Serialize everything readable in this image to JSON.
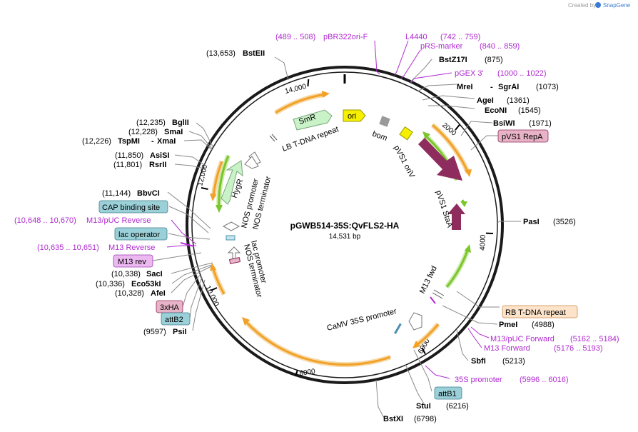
{
  "credit": {
    "prefix": "Created by",
    "brand": "SnapGene"
  },
  "plasmid": {
    "name": "pGWB514-35S:QvFLS2-HA",
    "size": "14,531 bp"
  },
  "ticks": [
    "14,000",
    "2000",
    "4000",
    "6000",
    "8000",
    "10,000",
    "12,000"
  ],
  "sites": {
    "bsteii": {
      "name": "BstEII",
      "pos": "(13,653)"
    },
    "bstz17i": {
      "name": "BstZ17I",
      "pos": "(875)"
    },
    "mrei": {
      "name": "MreI",
      "sep": "-",
      "name2": "SgrAI",
      "pos": "(1073)"
    },
    "agei": {
      "name": "AgeI",
      "pos": "(1361)"
    },
    "econi": {
      "name": "EcoNI",
      "pos": "(1545)"
    },
    "bsiwi": {
      "name": "BsiWI",
      "pos": "(1971)"
    },
    "pasi": {
      "name": "PasI",
      "pos": "(3526)"
    },
    "pmei": {
      "name": "PmeI",
      "pos": "(4988)"
    },
    "sbfi": {
      "name": "SbfI",
      "pos": "(5213)"
    },
    "stui": {
      "name": "StuI",
      "pos": "(6216)"
    },
    "bstxi": {
      "name": "BstXI",
      "pos": "(6798)"
    },
    "bglii": {
      "name": "BglII",
      "pos": "(12,235)"
    },
    "smai": {
      "name": "SmaI",
      "pos": "(12,228)"
    },
    "tspmi": {
      "name": "TspMI",
      "sep": "-",
      "name2": "XmaI",
      "pos": "(12,226)"
    },
    "asisi": {
      "name": "AsiSI",
      "pos": "(11,850)"
    },
    "rsrii": {
      "name": "RsrII",
      "pos": "(11,801)"
    },
    "bbvci": {
      "name": "BbvCI",
      "pos": "(11,144)"
    },
    "saci": {
      "name": "SacI",
      "pos": "(10,338)"
    },
    "eco53ki": {
      "name": "Eco53kI",
      "pos": "(10,336)"
    },
    "afei": {
      "name": "AfeI",
      "pos": "(10,328)"
    },
    "psii": {
      "name": "PsiI",
      "pos": "(9597)"
    }
  },
  "primers": {
    "pbr322": {
      "name": "pBR322ori-F",
      "range": "(489 .. 508)"
    },
    "l4440": {
      "name": "L4440",
      "range": "(742 .. 759)"
    },
    "prs": {
      "name": "pRS-marker",
      "range": "(840 .. 859)"
    },
    "pgex": {
      "name": "pGEX 3'",
      "range": "(1000 .. 1022)"
    },
    "m13puc_fwd": {
      "name": "M13/pUC Forward",
      "range": "(5162 .. 5184)"
    },
    "m13_fwd": {
      "name": "M13 Forward",
      "range": "(5176 .. 5193)"
    },
    "p35s": {
      "name": "35S promoter",
      "range": "(5996 .. 6016)"
    },
    "m13puc_rev": {
      "name": "M13/pUC Reverse",
      "range": "(10,648 .. 10,670)"
    },
    "m13_rev": {
      "name": "M13 Reverse",
      "range": "(10,635 .. 10,651)"
    }
  },
  "boxes": {
    "pvs1repa": "pVS1 RepA",
    "rbtdna": "RB T-DNA repeat",
    "attb1": "attB1",
    "cap": "CAP binding site",
    "lacop": "lac operator",
    "m13rev": "M13 rev",
    "hax3": "3xHA",
    "attb2": "attB2"
  },
  "features": {
    "smr": "SmR",
    "ori": "ori",
    "bom": "bom",
    "lbtdna": "LB T-DNA repeat",
    "pvs1oriv": "pVS1 oriV",
    "pvs1staa": "pVS1 StaA",
    "hygr": "HygR",
    "nosprom": "NOS promoter",
    "nosterm1": "NOS terminator",
    "lacprom": "lac promoter",
    "nosterm2": "NOS terminator",
    "m13fwd": "M13 fwd",
    "camv": "CaMV 35S promoter"
  },
  "colors": {
    "orf": "#f2a127",
    "green": "#7bc62d",
    "feature_purple": "#8e2c5e",
    "primer": "#b02ad0",
    "box_pink": "#e8b3c6",
    "box_teal": "#9bd0d8",
    "box_peach": "#fde3c9",
    "box_purple": "#ebb8f0",
    "smr_fill": "#c9f2c9",
    "ori_fill": "#f6f000"
  }
}
